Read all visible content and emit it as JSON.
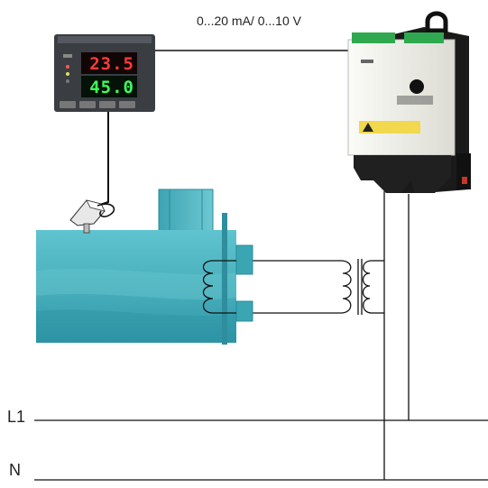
{
  "signal_label": "0...20 mA/ 0...10 V",
  "line_labels": {
    "l1": "L1",
    "n": "N"
  },
  "controller": {
    "pv": "23.5",
    "sv": "45.0"
  },
  "colors": {
    "tank": "#4fb8c4",
    "controller_body": "#3a3d42",
    "pv_display": "#ff3b3b",
    "sv_display": "#3cff5a",
    "thyristor_body": "#f2f2ee",
    "terminal_green": "#2fa84f"
  },
  "icons": [
    "temperature-sensor-icon",
    "transformer-icon",
    "coil-icon"
  ]
}
